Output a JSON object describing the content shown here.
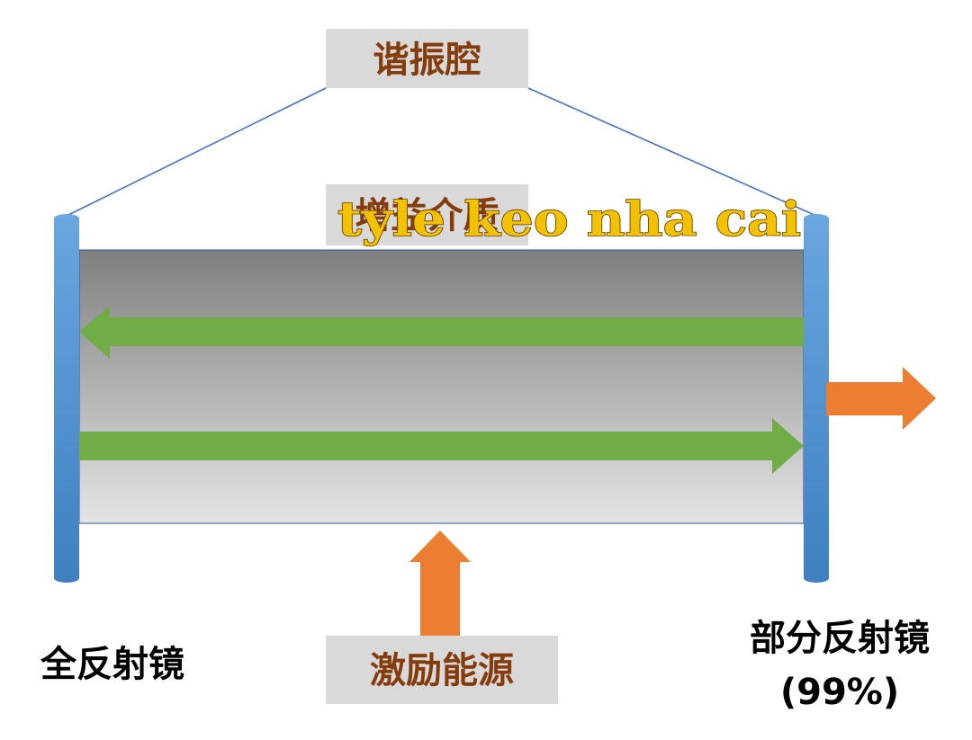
{
  "diagram": {
    "resonator_label": "谐振腔",
    "gain_medium_label": "增益介质",
    "pump_label": "激励能源",
    "left_mirror_label": "全反射镜",
    "right_mirror_label": "部分反射镜",
    "right_mirror_reflectivity": "(99%)",
    "watermark": "tyle keo nha cai"
  },
  "colors": {
    "label_text": "#843c0c",
    "label_box": "#d9d9d9",
    "mirror": "#6aa7e0",
    "mirror_dark": "#3f7fc0",
    "beam": "#70ad47",
    "pump": "#ed7d31",
    "connector": "#4472c4",
    "medium_top": "#7f7f7f",
    "medium_bottom": "#e4e4e4",
    "medium_edge": "#2f5597",
    "caption": "#000000",
    "wm_fill": "#f2c100",
    "wm_stroke": "#6b3f00"
  }
}
